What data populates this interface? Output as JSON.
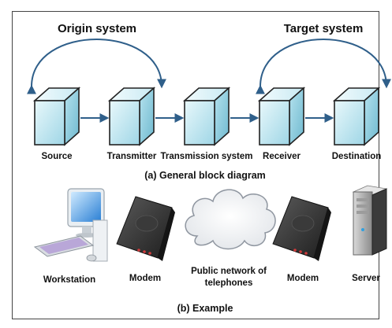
{
  "diagram": {
    "top_labels": {
      "origin": "Origin system",
      "target": "Target system"
    },
    "blocks": [
      "Source",
      "Transmitter",
      "Transmission system",
      "Receiver",
      "Destination"
    ],
    "caption_a": "(a) General block diagram",
    "example_labels": {
      "workstation": "Workstation",
      "modem1": "Modem",
      "network_line1": "Public network of",
      "network_line2": "telephones",
      "modem2": "Modem",
      "server": "Server"
    },
    "caption_b": "(b) Example"
  },
  "colors": {
    "arrow": "#2f5f8a",
    "cube_front": "#bfe6f0",
    "cube_top": "#ddf3f8",
    "cube_side": "#8fcfe0"
  }
}
